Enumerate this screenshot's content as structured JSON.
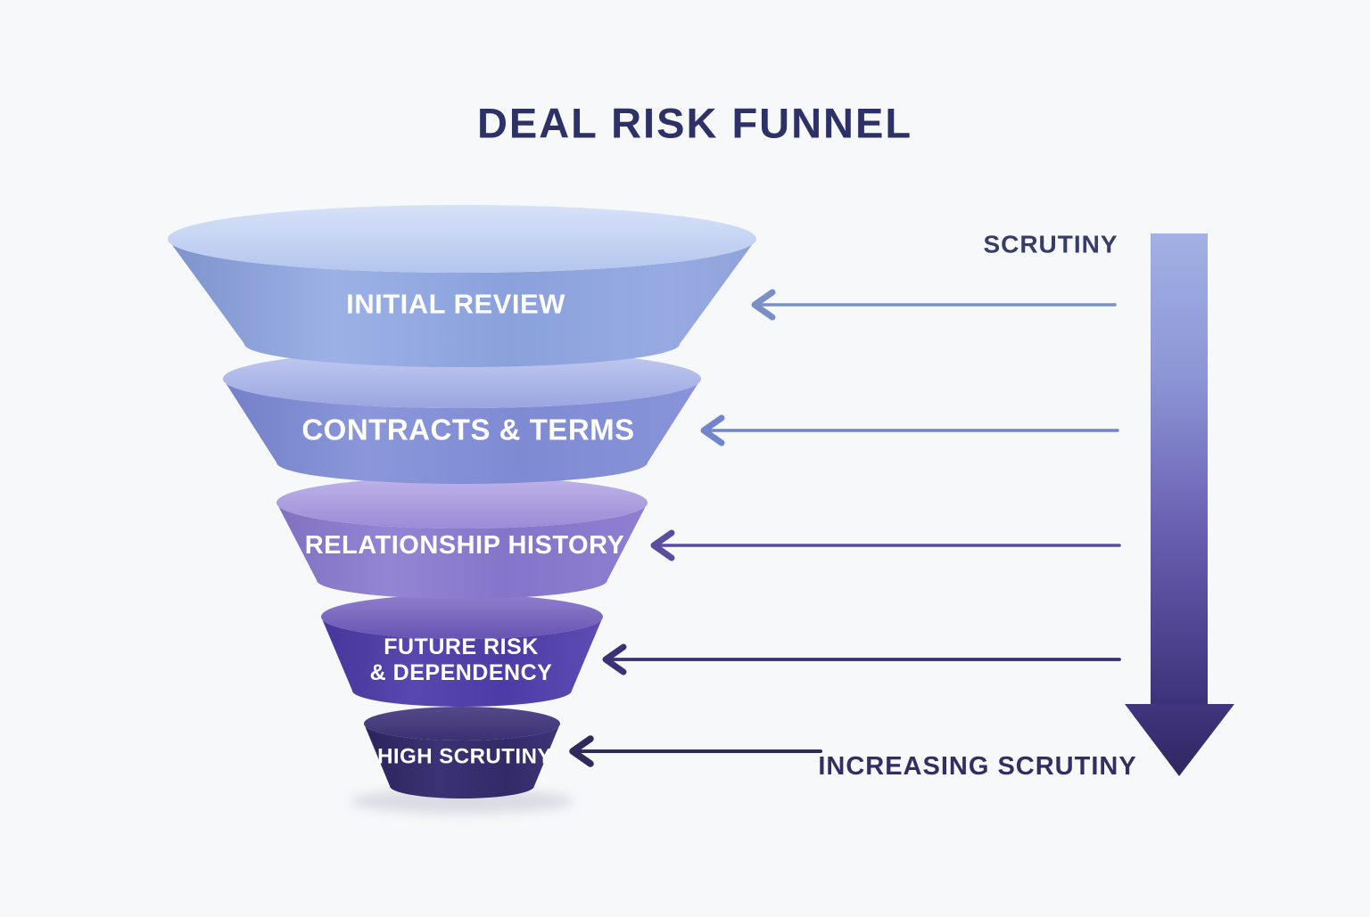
{
  "background_color": "#f7f8fa",
  "title": {
    "text": "DEAL RISK FUNNEL",
    "color": "#2d3166"
  },
  "funnel": {
    "type": "funnel",
    "stages": [
      {
        "label": "INITIAL REVIEW",
        "body_color": "#8fa7e0",
        "top_color": "#c5d5f3",
        "text_color": "#ffffff"
      },
      {
        "label": "CONTRACTS & TERMS",
        "body_color": "#8390d6",
        "top_color": "#b3bdea",
        "text_color": "#ffffff"
      },
      {
        "label": "RELATIONSHIP HISTORY",
        "body_color": "#8b7cce",
        "top_color": "#b0a3e0",
        "text_color": "#ffffff"
      },
      {
        "label": "FUTURE RISK",
        "label_line2": "& DEPENDENCY",
        "body_color": "#4f3ea7",
        "top_color": "#7c6ac1",
        "text_color": "#ffffff"
      },
      {
        "label": "HIGH SCRUTINY",
        "body_color": "#332b68",
        "top_color": "#4a3e80",
        "text_color": "#ffffff"
      }
    ]
  },
  "axis": {
    "top_label": {
      "text": "SCRUTINY",
      "color": "#363d68"
    },
    "bottom_label": {
      "text": "INCREASING SCRUTINY",
      "color": "#322d62"
    },
    "big_arrow": {
      "direction": "down",
      "top_color": "#a2b1e4",
      "bottom_color": "#2f2660"
    },
    "stage_arrows": [
      {
        "color": "#7a90c4"
      },
      {
        "color": "#7085cb"
      },
      {
        "color": "#5a4da0"
      },
      {
        "color": "#3a3176"
      },
      {
        "color": "#2e2a5c"
      }
    ]
  }
}
